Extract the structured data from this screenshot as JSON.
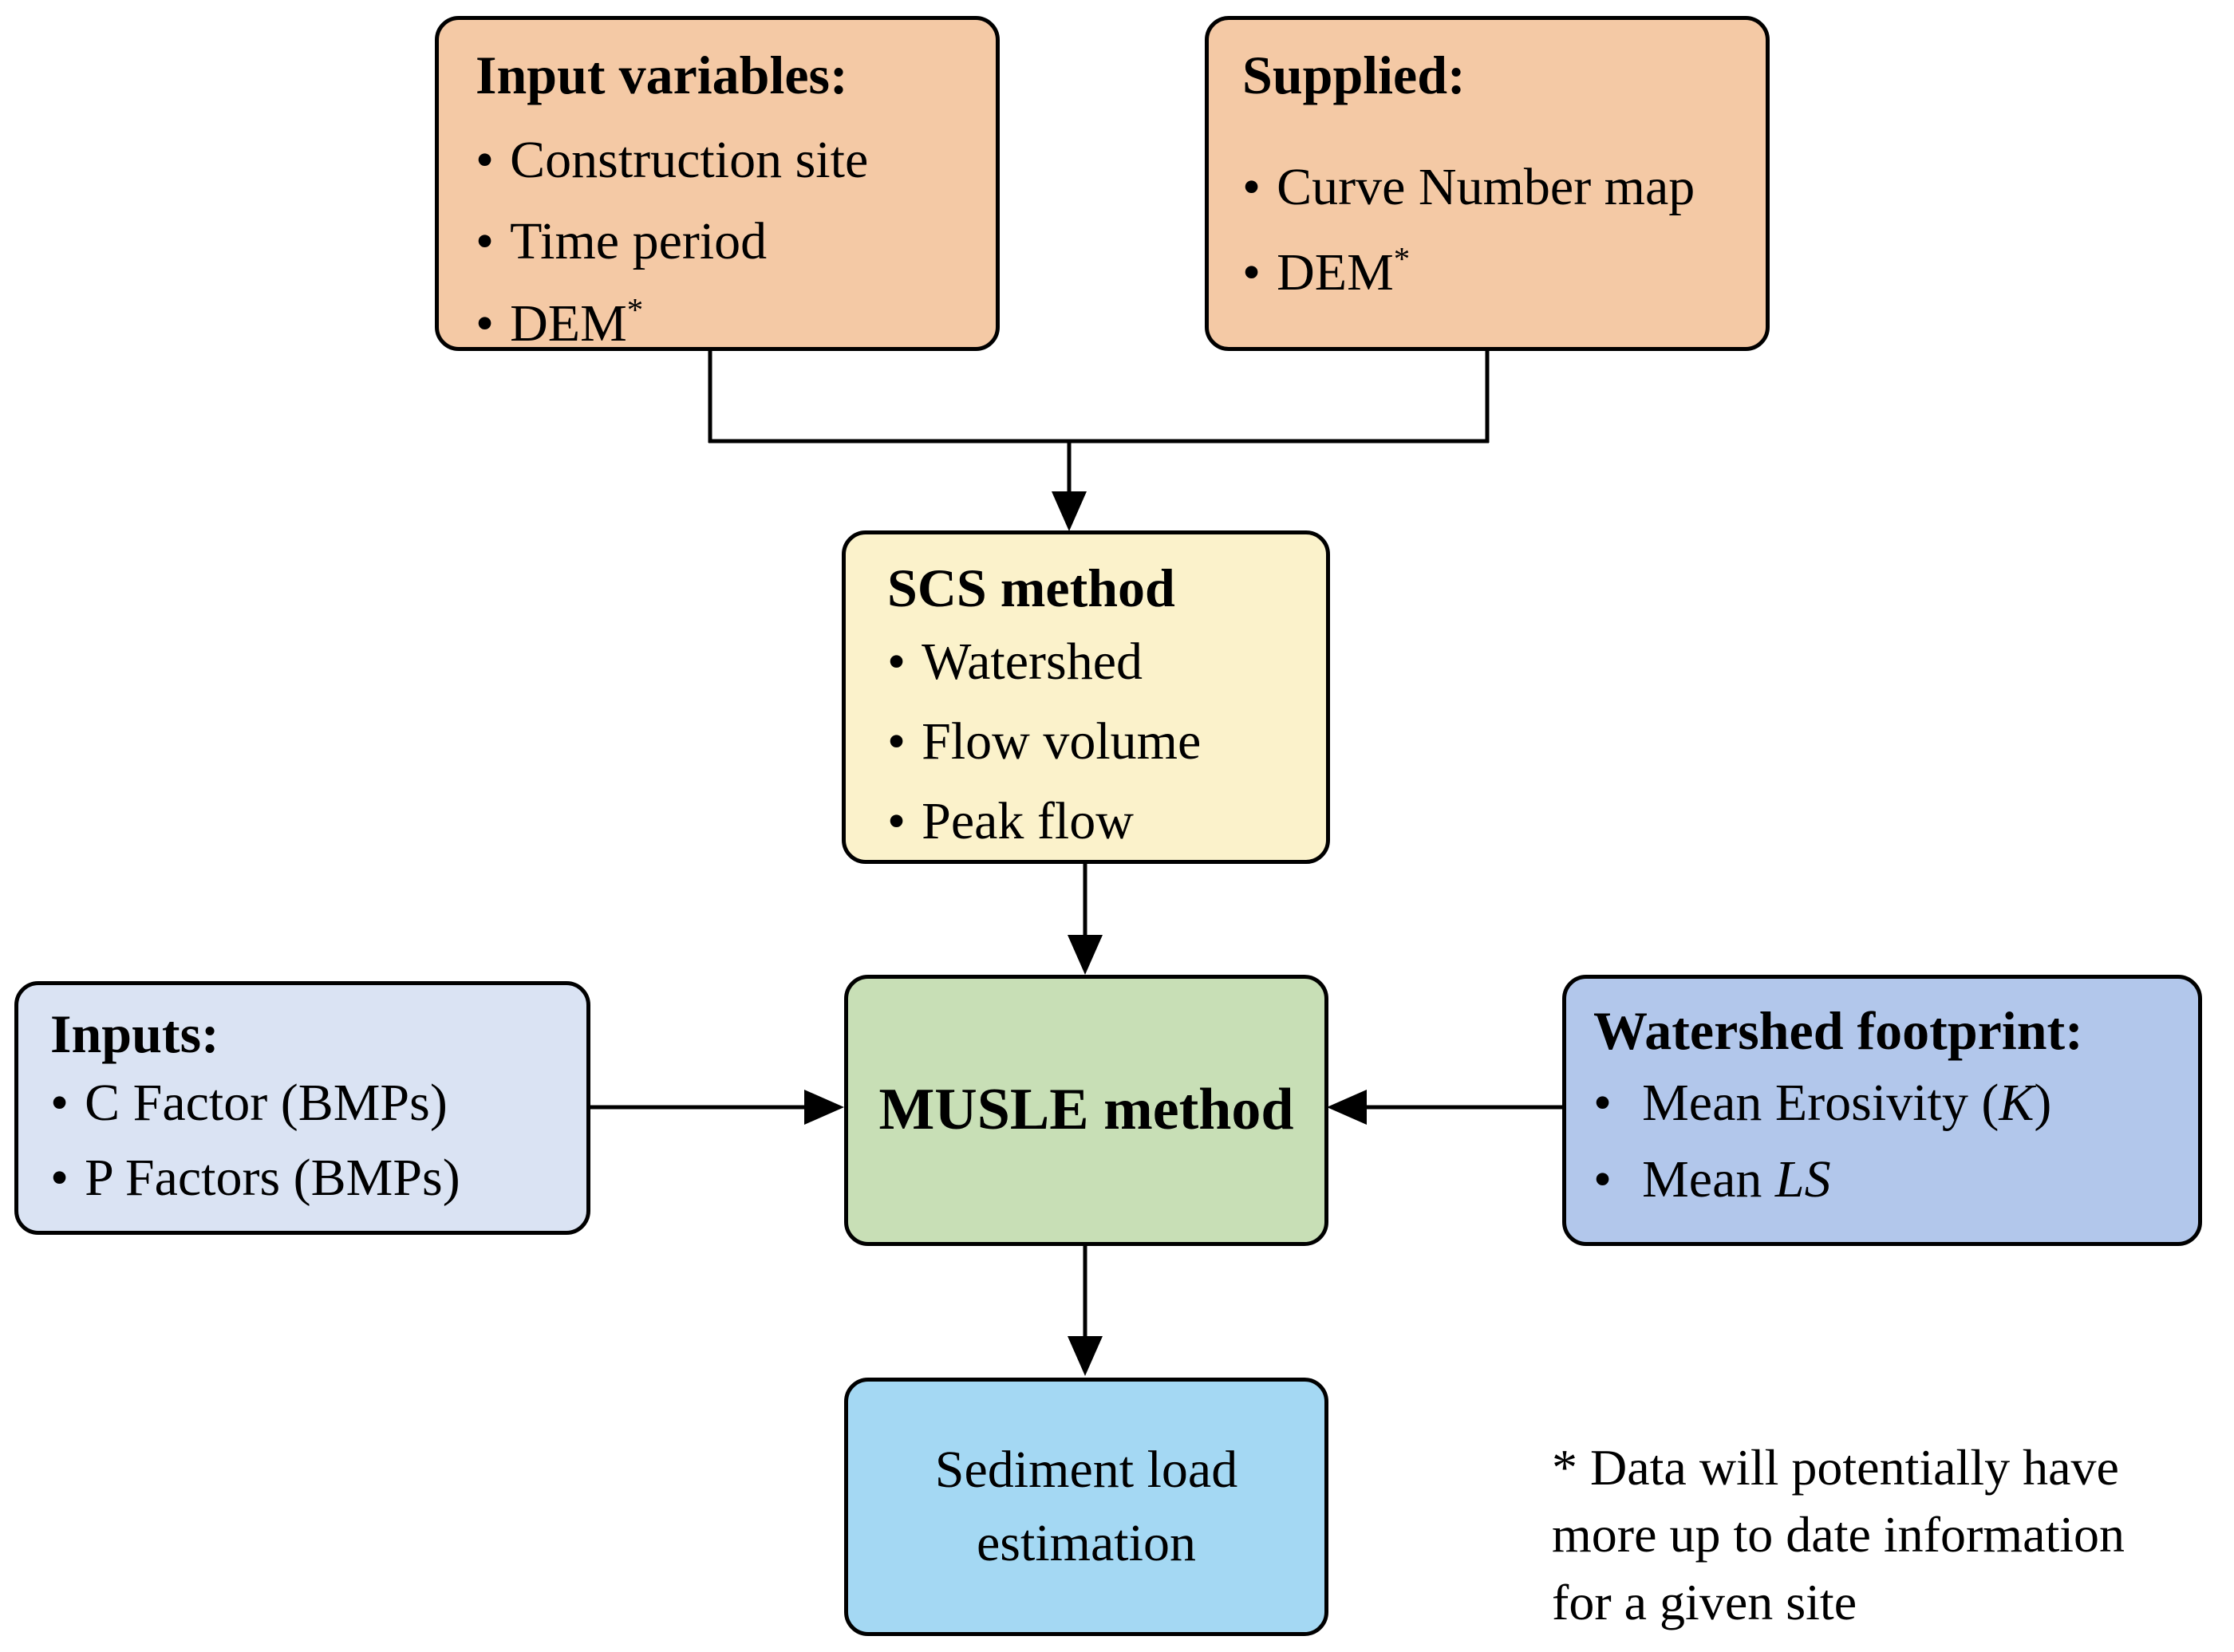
{
  "bullet": "•",
  "colors": {
    "peach": "#F4C9A5",
    "yellow": "#FBF2CB",
    "lavender": "#DAE3F3",
    "green": "#C8DFB6",
    "periwinkle": "#B2C7EB",
    "sky": "#A4D8F3",
    "stroke": "#000000"
  },
  "boxes": {
    "input_variables": {
      "title": "Input variables:",
      "items": [
        "Construction site",
        "Time period"
      ],
      "dem_base": "DEM",
      "dem_sup": "*"
    },
    "supplied": {
      "title": "Supplied:",
      "items": [
        "Curve Number map"
      ],
      "dem_base": "DEM",
      "dem_sup": "*"
    },
    "scs": {
      "title": "SCS method",
      "items": [
        "Watershed",
        "Flow volume",
        "Peak flow"
      ]
    },
    "inputs": {
      "title": "Inputs:",
      "items": [
        "C Factor (BMPs)",
        "P Factors (BMPs)"
      ]
    },
    "musle": {
      "title": "MUSLE method"
    },
    "watershed_footprint": {
      "title": "Watershed footprint:",
      "item1_pre": "Mean Erosivity (",
      "item1_italic": "K",
      "item1_post": ")",
      "item2_pre": "Mean ",
      "item2_italic": "LS"
    },
    "sediment": {
      "line1": "Sediment load",
      "line2": "estimation"
    }
  },
  "footnote": {
    "line1": "* Data will potentially have",
    "line2": "more up to date information",
    "line3": "for a given site"
  }
}
